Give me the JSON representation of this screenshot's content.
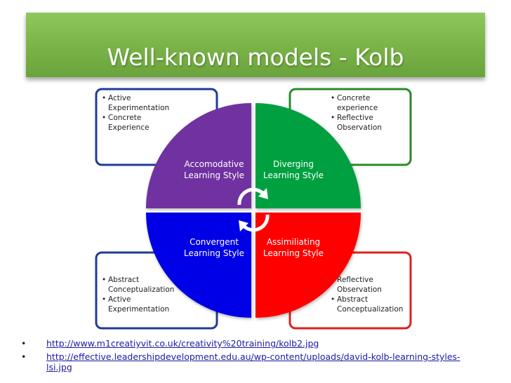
{
  "slide": {
    "title": "Well-known models - Kolb"
  },
  "diagram": {
    "quadrants": [
      {
        "line1": "Accomodative",
        "line2": "Learning Style",
        "color": "#7030a0"
      },
      {
        "line1": "Diverging",
        "line2": "Learning Style",
        "color": "#00a040"
      },
      {
        "line1": "Convergent",
        "line2": "Learning Style",
        "color": "#0000e6"
      },
      {
        "line1": "Assimiliating",
        "line2": "Learning Style",
        "color": "#ff0000"
      }
    ],
    "boxes": {
      "top_left": {
        "color": "#1f3b9a",
        "items": [
          "Active\nExperimentation",
          "Concrete\nExperience"
        ]
      },
      "top_right": {
        "color": "#2a8a2a",
        "items": [
          "Concrete\nexperience",
          "Reflective\nObservation"
        ]
      },
      "bottom_left": {
        "color": "#1f3b9a",
        "items": [
          "Abstract\nConceptualization",
          "Active\nExperimentation"
        ]
      },
      "bottom_right": {
        "color": "#e02020",
        "items": [
          "Reflective\nObservation",
          "Abstract\nConceptualization"
        ]
      }
    },
    "center_arrows_icon": "circular-arrows-icon"
  },
  "links": [
    {
      "bullet": "•",
      "text": "http://www.m1creatiyvit.co.uk/creativity%20training/kolb2.jpg"
    },
    {
      "bullet": "•",
      "text": "http://effective.leadershipdevelopment.edu.au/wp-content/uploads/david-kolb-learning-styles-lsi.jpg"
    }
  ]
}
